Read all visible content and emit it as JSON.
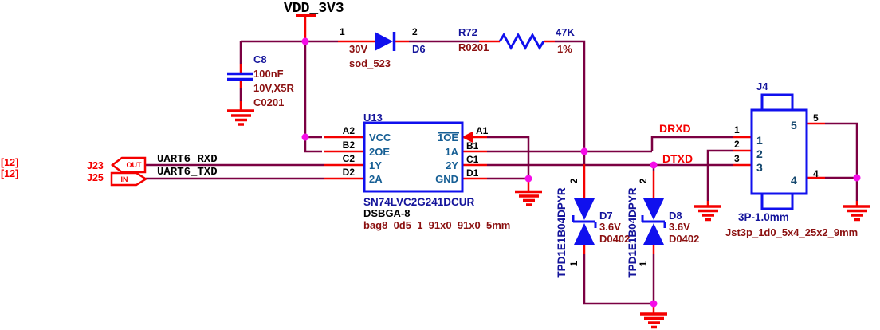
{
  "colors": {
    "wire_net": "#7B0042",
    "wire_pin": "#F40000",
    "symbol_blue": "#1010EE",
    "junction_magenta": "#F50DE8",
    "ref_navy": "#14149B",
    "value_maroon": "#8B1010",
    "pin_name_teal": "#155E94",
    "net_label_red": "#F40000"
  },
  "power_net": {
    "label": "VDD_3V3"
  },
  "c8": {
    "ref": "C8",
    "value": "100nF",
    "spec": "10V,X5R",
    "footprint": "C0201"
  },
  "d6": {
    "pin1": "1",
    "pin2": "2",
    "ref": "D6",
    "spec": "30V",
    "footprint": "sod_523"
  },
  "r72": {
    "ref": "R72",
    "footprint": "R0201",
    "value": "47K",
    "tolerance": "1%"
  },
  "u13": {
    "ref": "U13",
    "part": "SN74LVC2G241DCUR",
    "package": "DSBGA-8",
    "footprint": "bag8_0d5_1_91x0_91x0_5mm",
    "pads_left": [
      "A2",
      "B2",
      "C2",
      "D2"
    ],
    "pins_left": [
      "VCC",
      "2OE",
      "1Y",
      "2A"
    ],
    "pads_right": [
      "A1",
      "B1",
      "C1",
      "D1"
    ],
    "pins_right": [
      "1OE",
      "1A",
      "2Y",
      "GND"
    ]
  },
  "ports": {
    "sheet_ref_out": "[12]",
    "sheet_ref_in": "[12]",
    "ref_out": "J23",
    "ref_in": "J25",
    "dir_out": "OUT",
    "dir_in": "IN",
    "net_out": "UART6_RXD",
    "net_in": "UART6_TXD"
  },
  "nets": {
    "rx": "DRXD",
    "tx": "DTXD"
  },
  "d7": {
    "ref": "D7",
    "part": "TPD1E1B04DPYR",
    "value": "3.6V",
    "footprint": "D0402",
    "pin_top": "2",
    "pin_bottom": "1"
  },
  "d8": {
    "ref": "D8",
    "part": "TPD1E1B04DPYR",
    "value": "3.6V",
    "footprint": "D0402",
    "pin_top": "2",
    "pin_bottom": "1"
  },
  "j4": {
    "ref": "J4",
    "type": "3P-1.0mm",
    "footprint": "Jst3p_1d0_5x4_25x2_9mm",
    "pins_inside": [
      "1",
      "2",
      "3",
      "5",
      "4"
    ],
    "pins_outside": [
      "1",
      "2",
      "3",
      "5",
      "4"
    ]
  }
}
